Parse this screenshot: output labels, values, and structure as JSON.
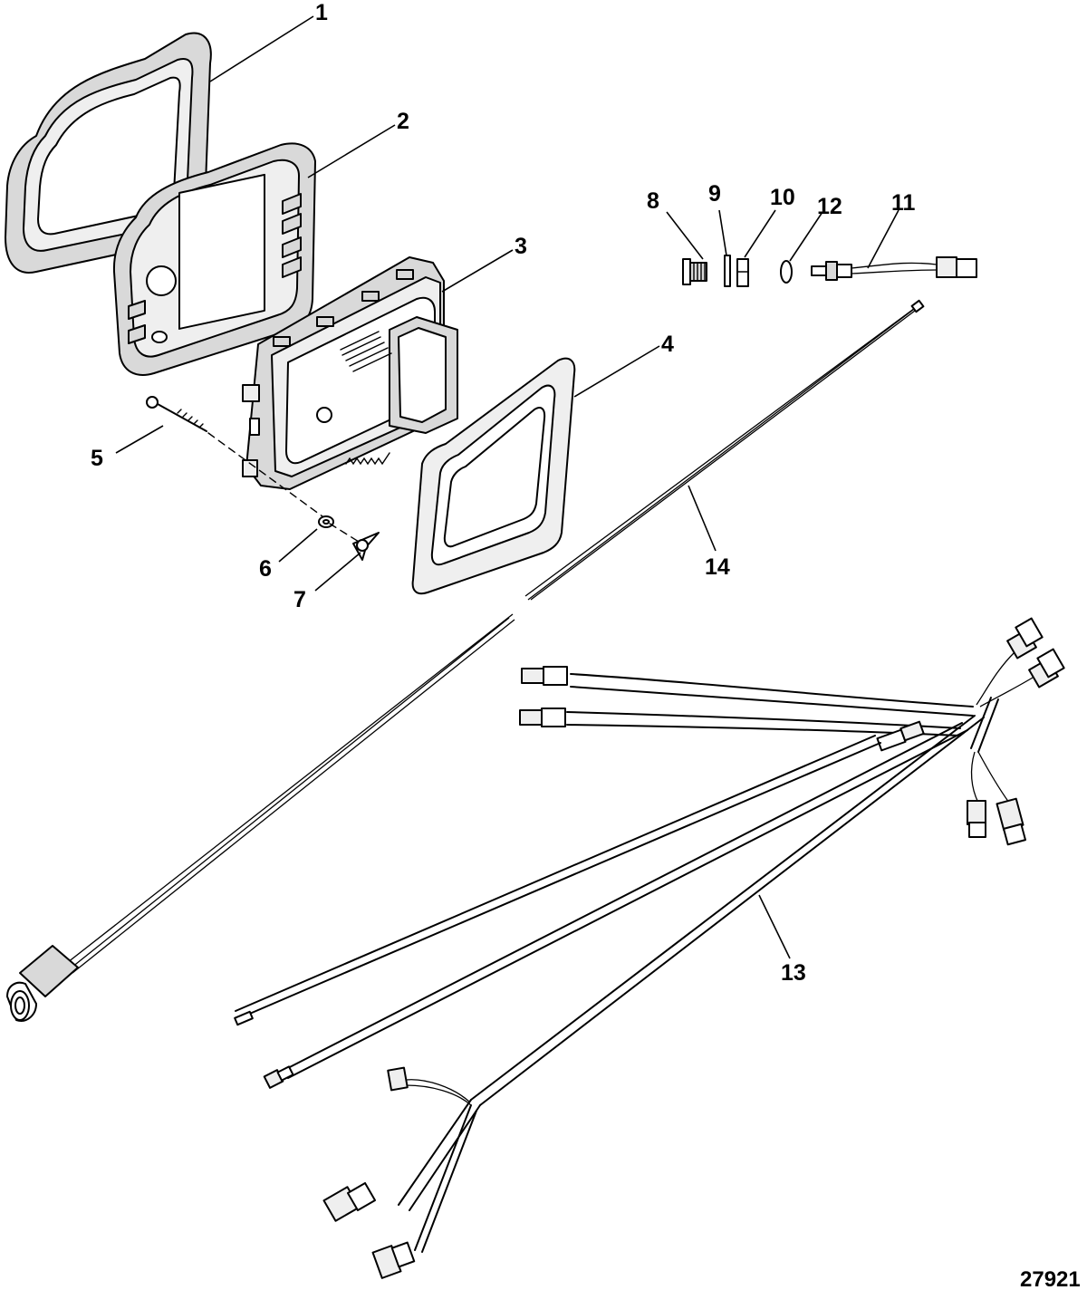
{
  "callouts": [
    {
      "id": "1",
      "label": "1"
    },
    {
      "id": "2",
      "label": "2"
    },
    {
      "id": "3",
      "label": "3"
    },
    {
      "id": "4",
      "label": "4"
    },
    {
      "id": "5",
      "label": "5"
    },
    {
      "id": "6",
      "label": "6"
    },
    {
      "id": "7",
      "label": "7"
    },
    {
      "id": "8",
      "label": "8"
    },
    {
      "id": "9",
      "label": "9"
    },
    {
      "id": "10",
      "label": "10"
    },
    {
      "id": "11",
      "label": "11"
    },
    {
      "id": "12",
      "label": "12"
    },
    {
      "id": "13",
      "label": "13"
    },
    {
      "id": "14",
      "label": "14"
    }
  ],
  "reference_number": "27921"
}
